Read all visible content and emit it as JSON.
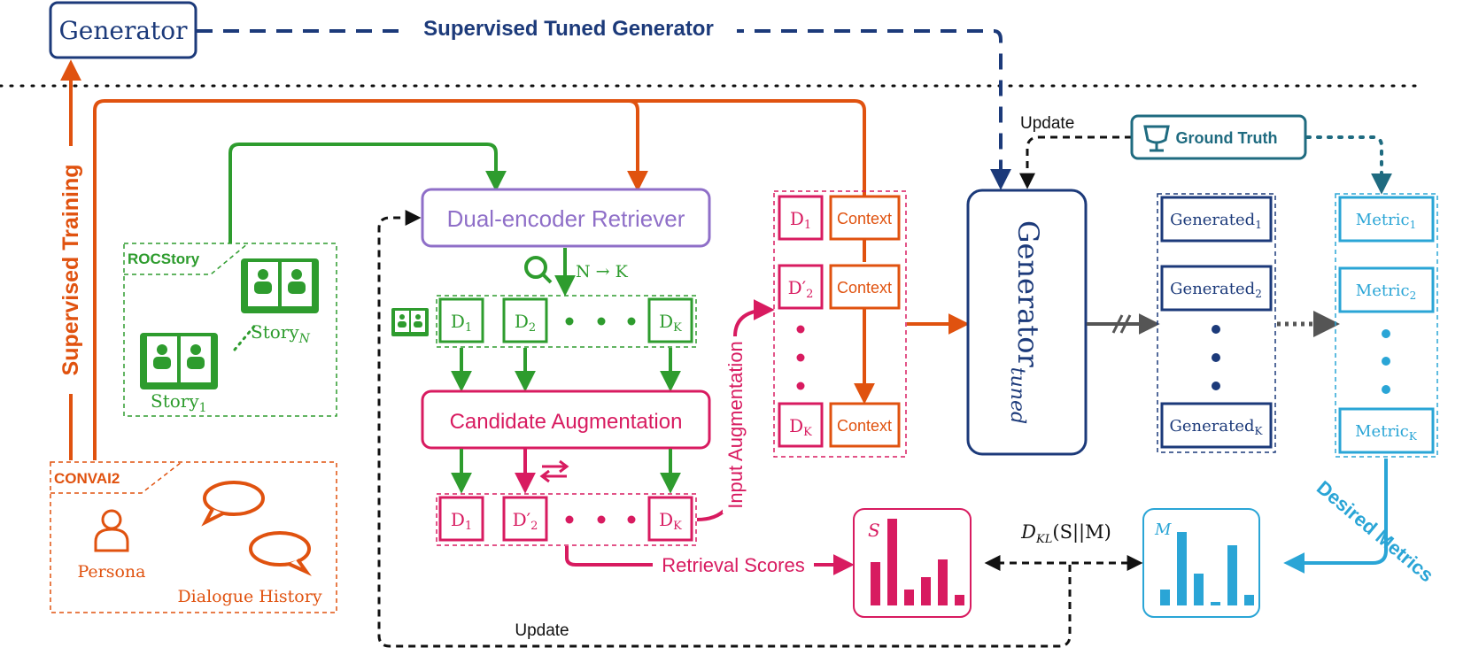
{
  "top": {
    "generator": "Generator",
    "supervised_tuned": "Supervised Tuned Generator",
    "supervised_training": "Supervised Training"
  },
  "rocstory": {
    "title": "ROCStory",
    "story_n": "Story",
    "story_n_sub": "N",
    "story_1": "Story",
    "story_1_sub": "1"
  },
  "convai": {
    "title": "CONVAI2",
    "persona": "Persona",
    "dialogue": "Dialogue History"
  },
  "retriever": {
    "label": "Dual-encoder Retriever",
    "nk": "N → K",
    "d1": "D",
    "d1_sub": "1",
    "d2": "D",
    "d2_sub": "2",
    "dk": "D",
    "dk_sub": "K"
  },
  "augment": {
    "label": "Candidate Augmentation",
    "d1": "D",
    "d1_sub": "1",
    "d2": "D′",
    "d2_sub": "2",
    "dk": "D",
    "dk_sub": "K",
    "input_aug": "Input Augmentation",
    "retrieval_scores": "Retrieval Scores"
  },
  "context_col": {
    "rows": [
      {
        "d": "D",
        "sub": "1",
        "ctx": "Context"
      },
      {
        "d": "D′",
        "sub": "2",
        "ctx": "Context"
      },
      {
        "d": "D",
        "sub": "K",
        "ctx": "Context"
      }
    ]
  },
  "generator_tuned": {
    "label": "Generator",
    "sub": "tuned",
    "update": "Update",
    "ground_truth": "Ground Truth"
  },
  "generated": {
    "items": [
      {
        "label": "Generated",
        "sub": "1"
      },
      {
        "label": "Generated",
        "sub": "2"
      },
      {
        "label": "Generated",
        "sub": "K"
      }
    ]
  },
  "metrics": {
    "items": [
      {
        "label": "Metric",
        "sub": "1"
      },
      {
        "label": "Metric",
        "sub": "2"
      },
      {
        "label": "Metric",
        "sub": "K"
      }
    ],
    "desired": "Desired Metrics"
  },
  "bottom": {
    "s_label": "S",
    "m_label": "M",
    "dkl": "D",
    "dkl_sub": "KL",
    "dkl_rest": "(S||M)",
    "update": "Update"
  },
  "colors": {
    "orange": "#e0520f",
    "green": "#2e9c2e",
    "purple": "#8f6fc8",
    "pink": "#d81b60",
    "navy": "#1c3a7a",
    "cyan": "#2aa5d6",
    "teal": "#1f6b80"
  }
}
